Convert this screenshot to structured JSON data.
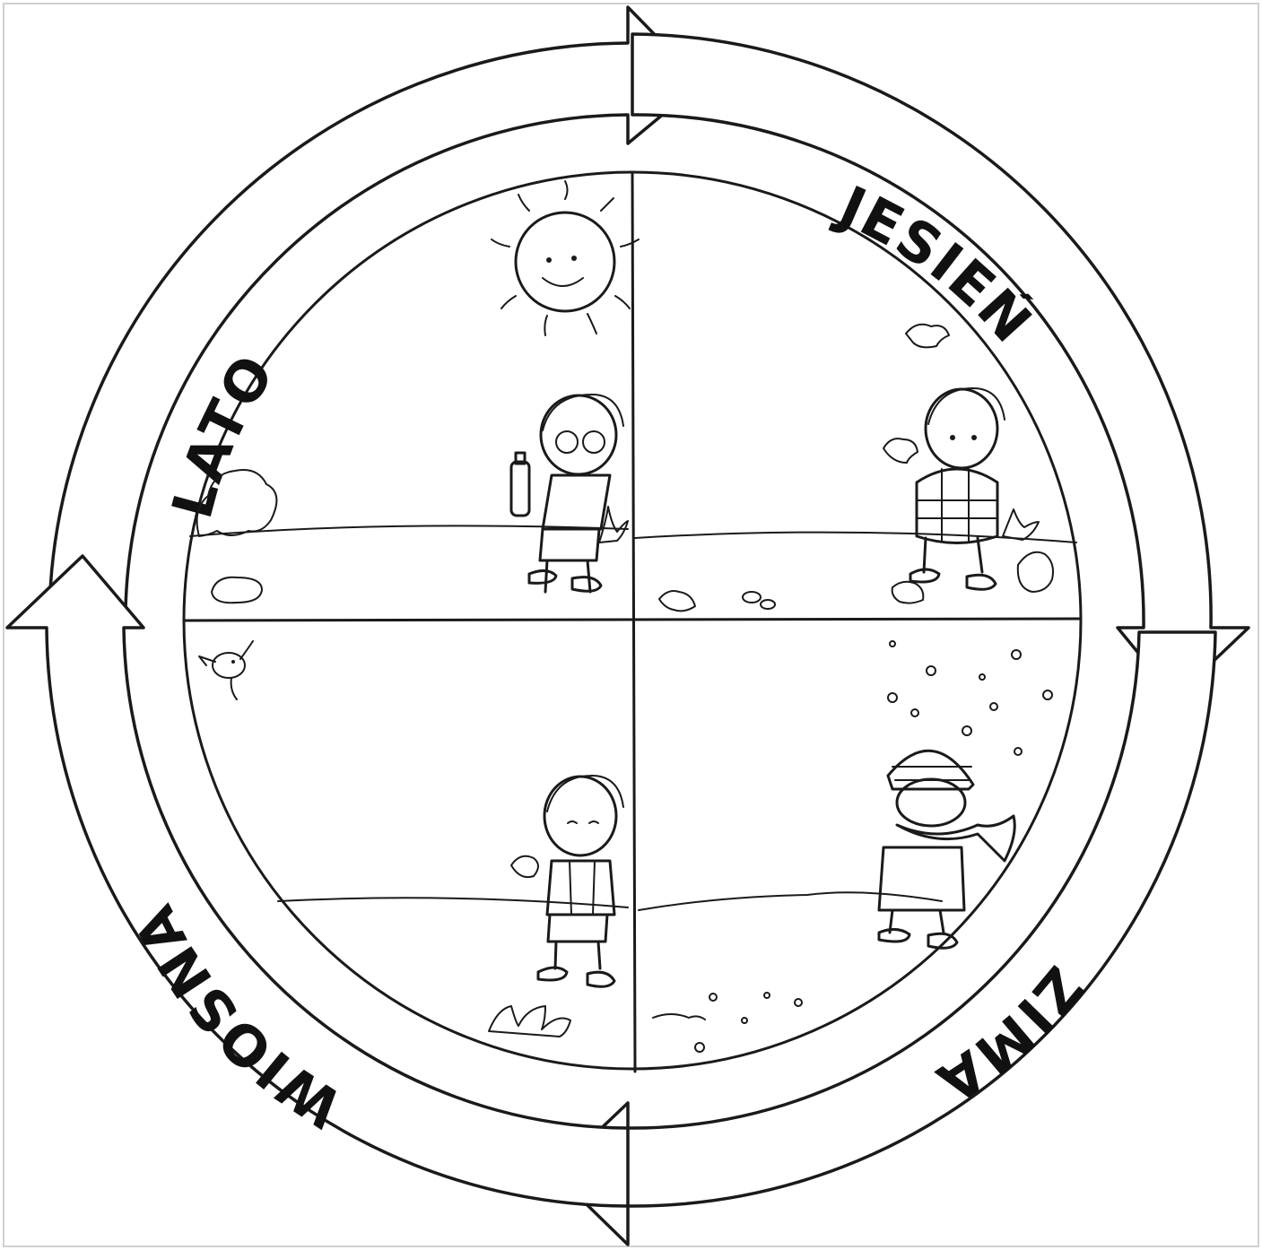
{
  "seasons": [
    {
      "id": "summer",
      "label": "LATO"
    },
    {
      "id": "autumn",
      "label": "JESIEŃ"
    },
    {
      "id": "winter",
      "label": "ZIMA"
    },
    {
      "id": "spring",
      "label": "WIOSNA"
    }
  ],
  "icons": {
    "sun": "sun-icon",
    "leaf": "leaf-icon",
    "snowflake": "snowflake-icon",
    "bird": "bird-icon",
    "bush": "bush-icon",
    "child": "child-icon"
  },
  "colors": {
    "ink": "#1a1a1a",
    "paper": "#ffffff"
  }
}
